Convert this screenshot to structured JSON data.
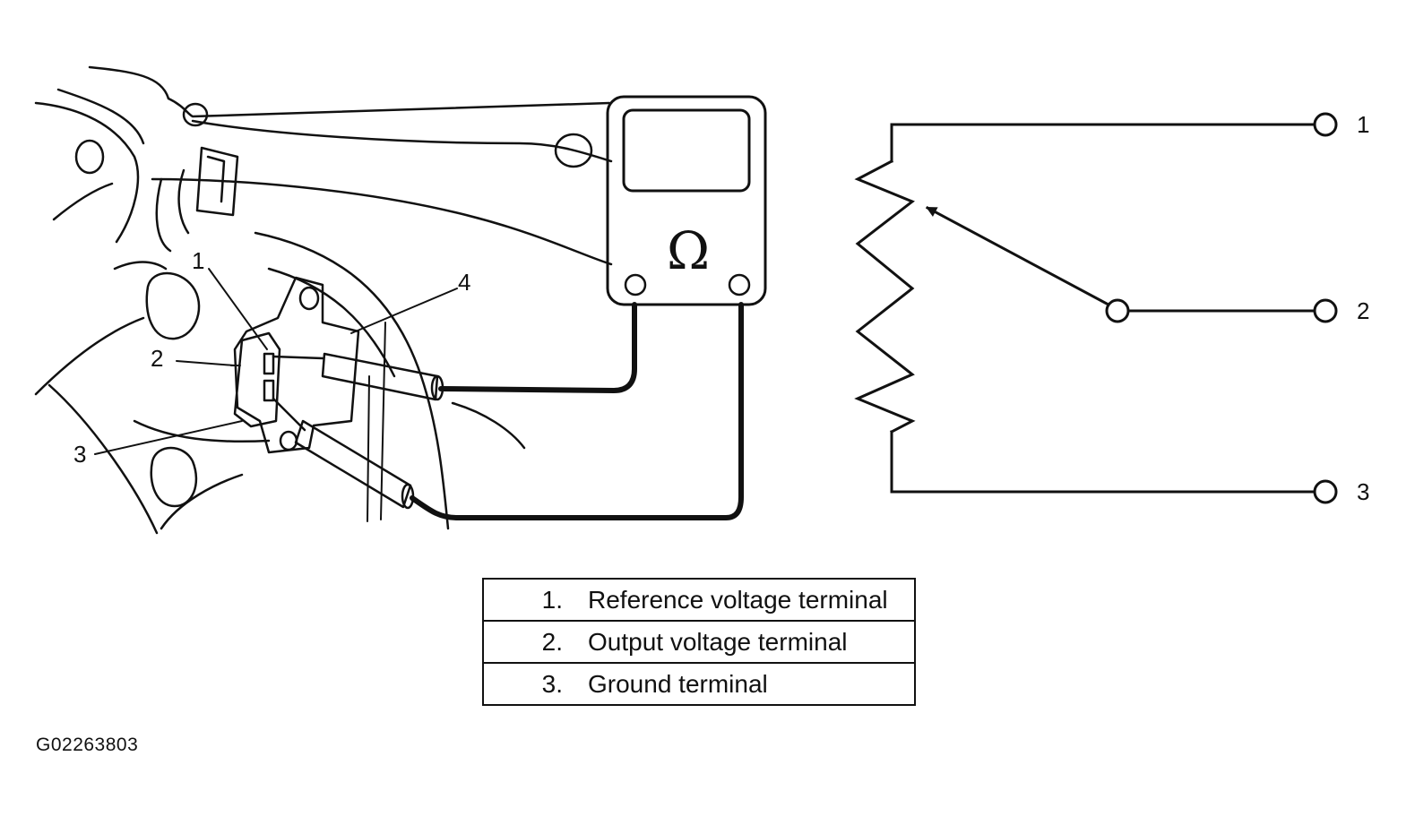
{
  "meter": {
    "symbol": "Ω"
  },
  "callouts": [
    "1",
    "2",
    "3",
    "4"
  ],
  "schematic": {
    "terminals": [
      "1",
      "2",
      "3"
    ]
  },
  "legend": {
    "rows": [
      {
        "num": "1.",
        "text": "Reference voltage terminal"
      },
      {
        "num": "2.",
        "text": "Output voltage terminal"
      },
      {
        "num": "3.",
        "text": "Ground terminal"
      }
    ]
  },
  "figure_id": "G02263803",
  "icons": [
    "ohmmeter-icon",
    "potentiometer-symbol-icon",
    "sensor-drawing-icon"
  ]
}
